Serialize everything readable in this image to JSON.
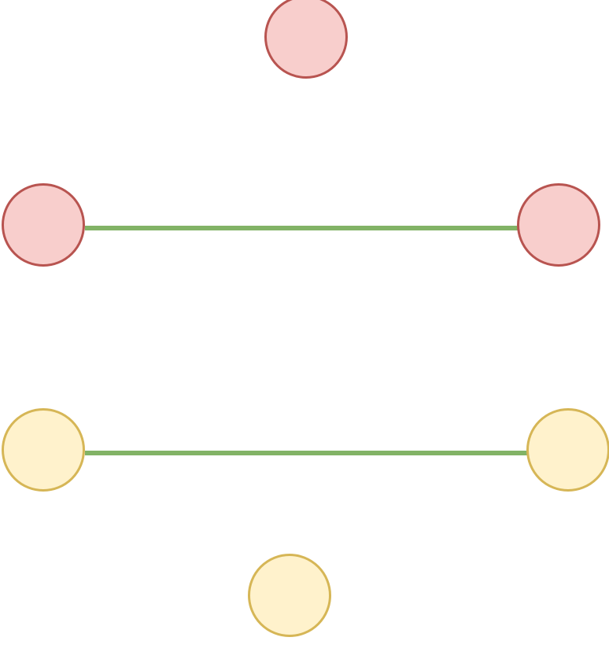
{
  "diagram": {
    "colors": {
      "background": "#ffffff",
      "edge": "#82b366",
      "red_fill": "#f8cecc",
      "red_stroke": "#b85450",
      "yellow_fill": "#fff2cc",
      "yellow_stroke": "#d6b656"
    },
    "nodes": [
      {
        "id": "red-top",
        "group": "red",
        "label": ""
      },
      {
        "id": "red-left",
        "group": "red",
        "label": ""
      },
      {
        "id": "red-right",
        "group": "red",
        "label": ""
      },
      {
        "id": "yellow-left",
        "group": "yellow",
        "label": ""
      },
      {
        "id": "yellow-right",
        "group": "yellow",
        "label": ""
      },
      {
        "id": "yellow-bottom",
        "group": "yellow",
        "label": ""
      }
    ],
    "edges": [
      {
        "id": "edge-red",
        "from": "red-left",
        "to": "red-right"
      },
      {
        "id": "edge-yellow",
        "from": "yellow-left",
        "to": "yellow-right"
      }
    ]
  }
}
